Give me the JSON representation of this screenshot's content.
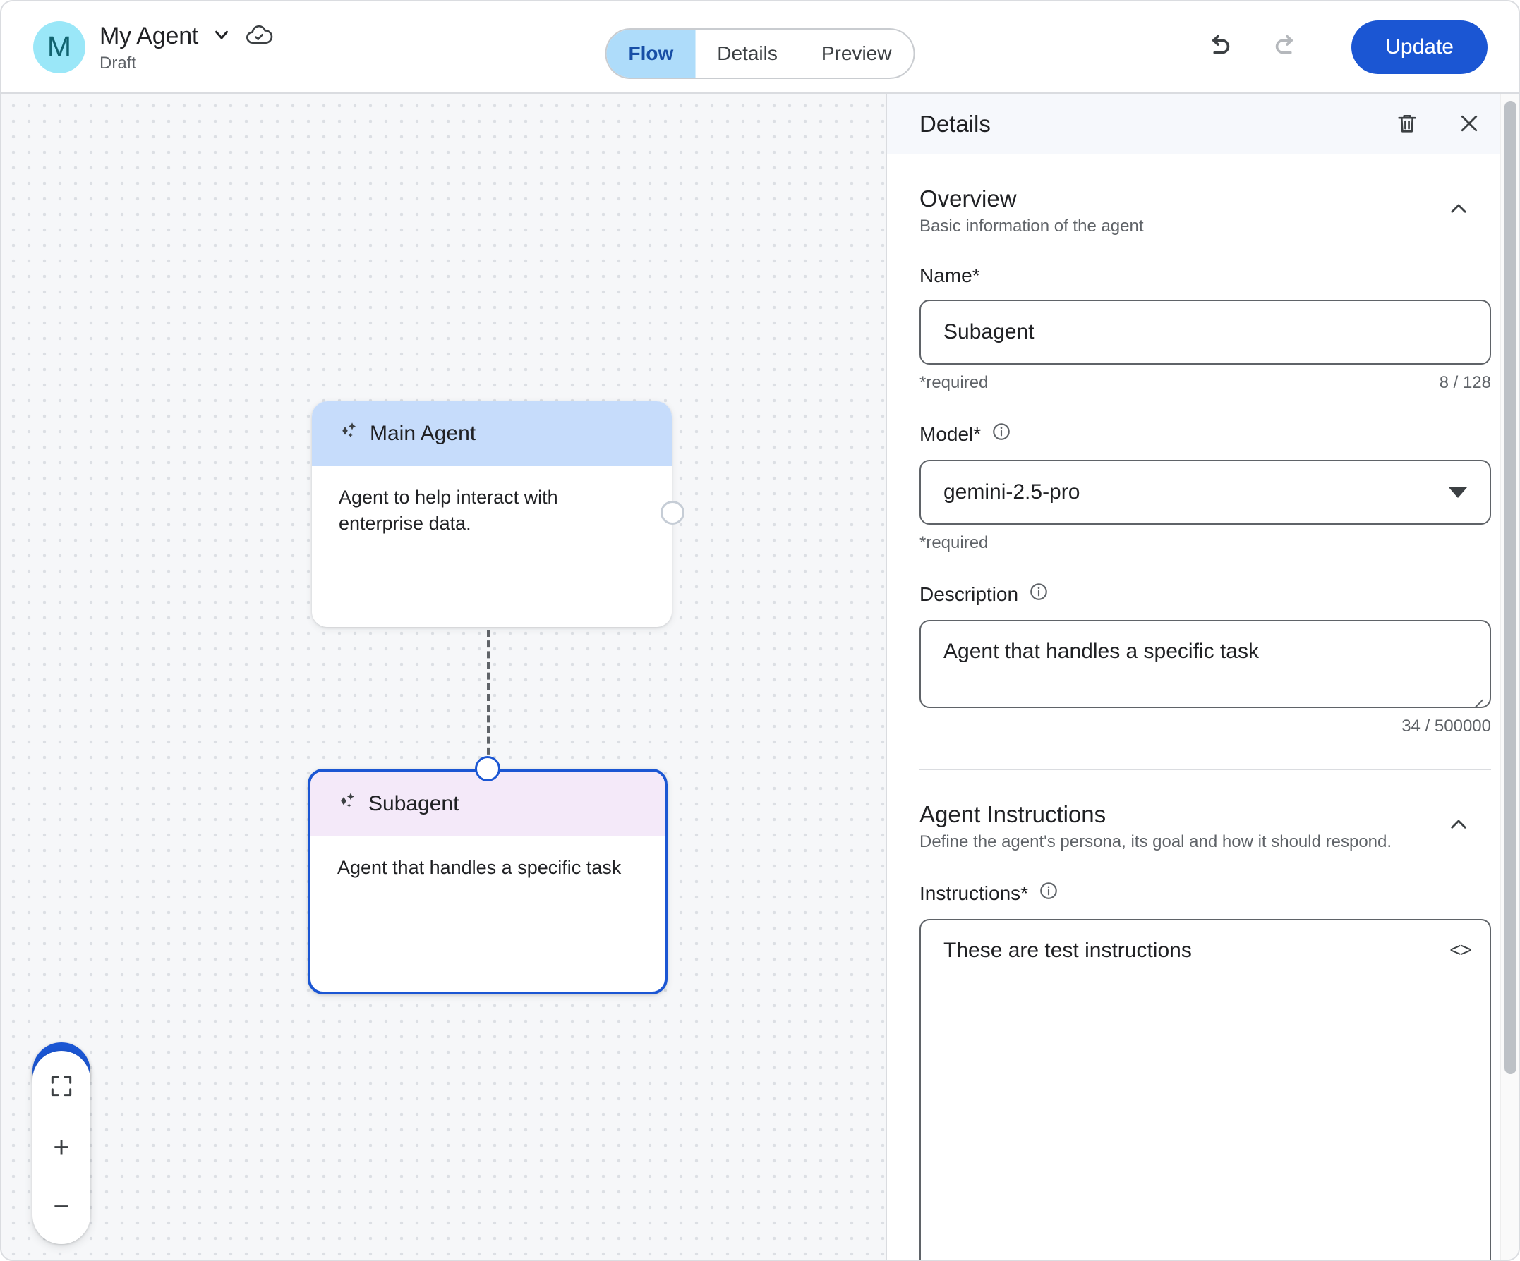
{
  "topbar": {
    "avatar_initial": "M",
    "agent_name": "My Agent",
    "status_label": "Draft",
    "dropdown_icon": "chevron-down-icon",
    "save_state_icon": "cloud-done-icon",
    "tabs": [
      {
        "label": "Flow",
        "active": true
      },
      {
        "label": "Details",
        "active": false
      },
      {
        "label": "Preview",
        "active": false
      }
    ],
    "undo_icon": "undo-icon",
    "redo_icon": "redo-icon",
    "update_label": "Update",
    "accent_color": "#1b56d3",
    "avatar_bg": "#9ae7f8",
    "avatar_fg": "#11636f",
    "active_tab_bg": "#aedcfa",
    "active_tab_fg": "#174ea6"
  },
  "canvas": {
    "nodes": [
      {
        "id": "main-agent",
        "title": "Main Agent",
        "description": "Agent to help interact with enterprise data.",
        "header_color": "#c6dcfb",
        "selected": false
      },
      {
        "id": "subagent",
        "title": "Subagent",
        "description": "Agent that handles a specific task",
        "header_color": "#f4e9f9",
        "selected": true
      }
    ],
    "edge_style": "dashed",
    "edge_color": "#5f6368",
    "controls": {
      "assistant_icon": "chat-sparkle-icon",
      "fit_screen_icon": "fit-screen-icon",
      "zoom_in_label": "+",
      "zoom_out_label": "−"
    }
  },
  "panel": {
    "title": "Details",
    "delete_icon": "trash-icon",
    "close_icon": "close-icon",
    "sections": [
      {
        "title": "Overview",
        "description": "Basic information of the agent",
        "collapse_icon": "chevron-up-icon"
      },
      {
        "title": "Agent Instructions",
        "description": "Define the agent's persona, its goal and how it should respond.",
        "collapse_icon": "chevron-up-icon"
      }
    ],
    "fields": {
      "name": {
        "label": "Name*",
        "value": "Subagent",
        "helper": "*required",
        "counter": "8 / 128"
      },
      "model": {
        "label": "Model*",
        "info_icon": "info-icon",
        "value": "gemini-2.5-pro",
        "helper": "*required",
        "caret_icon": "caret-down-icon"
      },
      "description": {
        "label": "Description",
        "info_icon": "info-icon",
        "value": "Agent that handles a specific task",
        "counter": "34 / 500000"
      },
      "instructions": {
        "label": "Instructions*",
        "info_icon": "info-icon",
        "value": "These are test instructions",
        "code_toggle": "<>"
      }
    }
  }
}
